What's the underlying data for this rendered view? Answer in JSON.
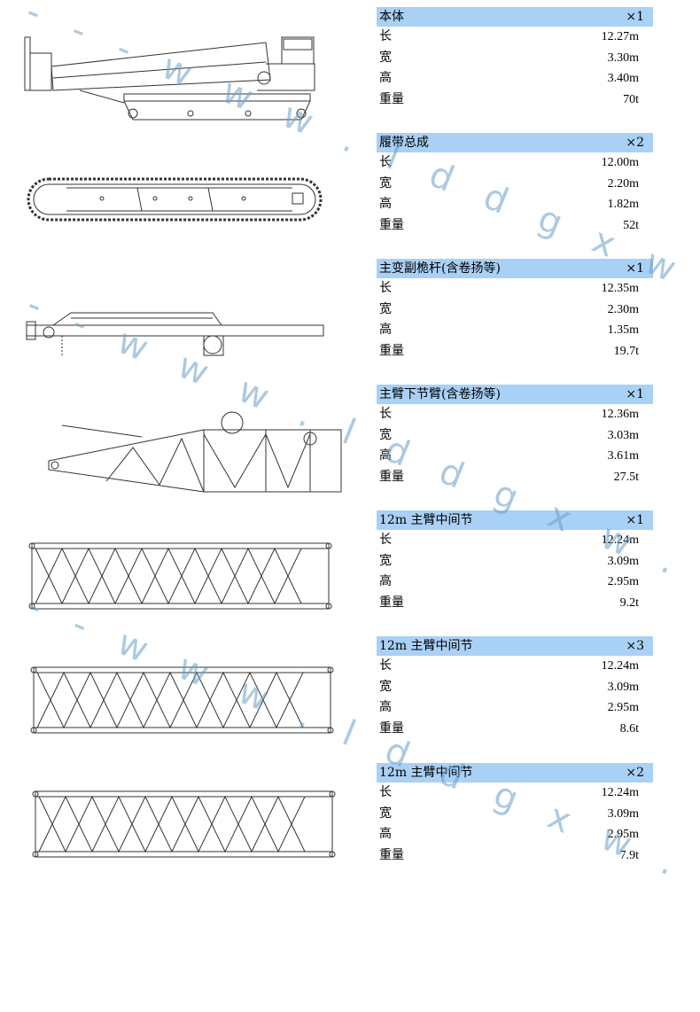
{
  "watermark": "- - - w w w . l d d g x w . c o m - - -",
  "components": [
    {
      "name": "本体",
      "qty": "×1",
      "rows": [
        {
          "label": "长",
          "value": "12.27m"
        },
        {
          "label": "宽",
          "value": "3.30m"
        },
        {
          "label": "高",
          "value": "3.40m"
        },
        {
          "label": "重量",
          "value": "70t"
        }
      ]
    },
    {
      "name": "履带总成",
      "qty": "×2",
      "rows": [
        {
          "label": "长",
          "value": "12.00m"
        },
        {
          "label": "宽",
          "value": "2.20m"
        },
        {
          "label": "高",
          "value": "1.82m"
        },
        {
          "label": "重量",
          "value": "52t"
        }
      ]
    },
    {
      "name": "主变副桅杆(含卷扬等)",
      "qty": "×1",
      "rows": [
        {
          "label": "长",
          "value": "12.35m"
        },
        {
          "label": "宽",
          "value": "2.30m"
        },
        {
          "label": "高",
          "value": "1.35m"
        },
        {
          "label": "重量",
          "value": "19.7t"
        }
      ]
    },
    {
      "name": "主臂下节臂(含卷扬等)",
      "qty": "×1",
      "rows": [
        {
          "label": "长",
          "value": "12.36m"
        },
        {
          "label": "宽",
          "value": "3.03m"
        },
        {
          "label": "高",
          "value": "3.61m"
        },
        {
          "label": "重量",
          "value": "27.5t"
        }
      ]
    },
    {
      "name": "12m 主臂中间节",
      "qty": "×1",
      "rows": [
        {
          "label": "长",
          "value": "12.24m"
        },
        {
          "label": "宽",
          "value": "3.09m"
        },
        {
          "label": "高",
          "value": "2.95m"
        },
        {
          "label": "重量",
          "value": "9.2t"
        }
      ]
    },
    {
      "name": "12m 主臂中间节",
      "qty": "×3",
      "rows": [
        {
          "label": "长",
          "value": "12.24m"
        },
        {
          "label": "宽",
          "value": "3.09m"
        },
        {
          "label": "高",
          "value": "2.95m"
        },
        {
          "label": "重量",
          "value": "8.6t"
        }
      ]
    },
    {
      "name": "12m 主臂中间节",
      "qty": "×2",
      "rows": [
        {
          "label": "长",
          "value": "12.24m"
        },
        {
          "label": "宽",
          "value": "3.09m"
        },
        {
          "label": "高",
          "value": "2.95m"
        },
        {
          "label": "重量",
          "value": "7.9t"
        }
      ]
    }
  ]
}
